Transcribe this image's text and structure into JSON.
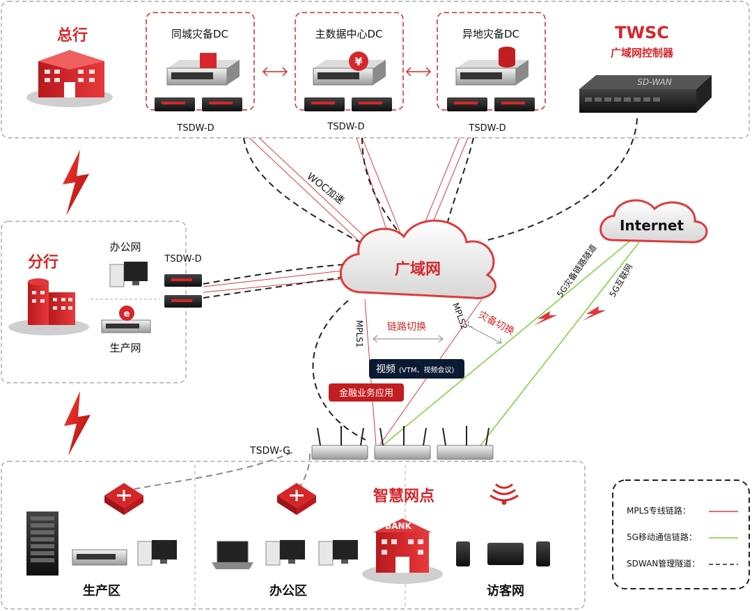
{
  "headquarters": {
    "title": "总行",
    "dc_same_city": "同城灾备DC",
    "dc_main": "主数据中心DC",
    "dc_remote": "异地灾备DC",
    "device_label": "TSDW-D",
    "controller_title": "TWSC",
    "controller_subtitle": "广域网控制器",
    "controller_device_text": "SD-WAN"
  },
  "branch": {
    "title": "分行",
    "office_net": "办公网",
    "production_net": "生产网",
    "device_label": "TSDW-D"
  },
  "wan": {
    "cloud_label": "广域网",
    "internet_label": "Internet",
    "woc_label": "WOC加速",
    "mpls1": "MPLS1",
    "mpls2": "MPLS2",
    "link_switch": "链路切换",
    "dr_switch": "灾备切换",
    "tunnel_5g_dr": "5G灾备链路隧道",
    "internet_5g": "5G互联网",
    "video_label": "视频",
    "video_sub": "(VTM、视频会议)",
    "finance_label": "金融业务应用"
  },
  "outlet": {
    "gateway_label": "TSDW-G",
    "title": "智慧网点",
    "bank_sign": "BANK",
    "production_zone": "生产区",
    "office_zone": "办公区",
    "guest_net": "访客网"
  },
  "legend": {
    "mpls": "MPLS专线链路：",
    "g5": "5G移动通信链路：",
    "sdwan": "SDWAN管理隧道："
  },
  "colors": {
    "brand_red": "#d6262a",
    "mpls_line": "#e0393b",
    "g5_line": "#7ccf3a",
    "tunnel_line": "#222222"
  }
}
